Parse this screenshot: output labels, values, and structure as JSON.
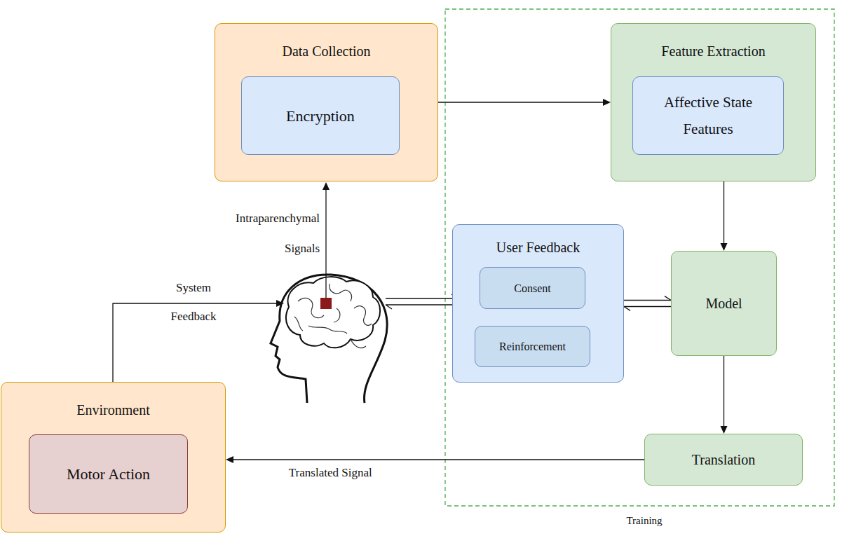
{
  "diagram": {
    "nodes": [
      {
        "text": [
          "Data Collection"
        ]
      },
      {
        "text": [
          "Encryption"
        ],
        "in": 0
      },
      {
        "text": [
          "Feature Extraction"
        ]
      },
      {
        "text": [
          "Affective State Features"
        ],
        "in": 2
      },
      {
        "text": [
          "User Feedback"
        ]
      },
      {
        "text": [
          "Consent"
        ],
        "in": 4
      },
      {
        "text": [
          "Reinforcement"
        ],
        "in": 4
      },
      {
        "text": [
          "Model"
        ]
      },
      {
        "text": [
          "Translation"
        ]
      },
      {
        "text": [
          "Environment"
        ]
      },
      {
        "text": [
          "Motor Action"
        ],
        "in": 9
      }
    ],
    "edges": [
      {
        "from": 0,
        "to": 2,
        "arrow": "to"
      },
      {
        "from": 2,
        "to": 7,
        "arrow": "to"
      },
      {
        "from": 7,
        "to": 8,
        "arrow": "to"
      },
      {
        "from": 8,
        "to": 9,
        "label": "Translated Signal",
        "arrow": "to"
      },
      {
        "from": 4,
        "to": 7,
        "arrow": "both"
      }
    ],
    "labels": [
      "Intraparenchymal Signals",
      "System Feedback",
      "Training"
    ]
  }
}
